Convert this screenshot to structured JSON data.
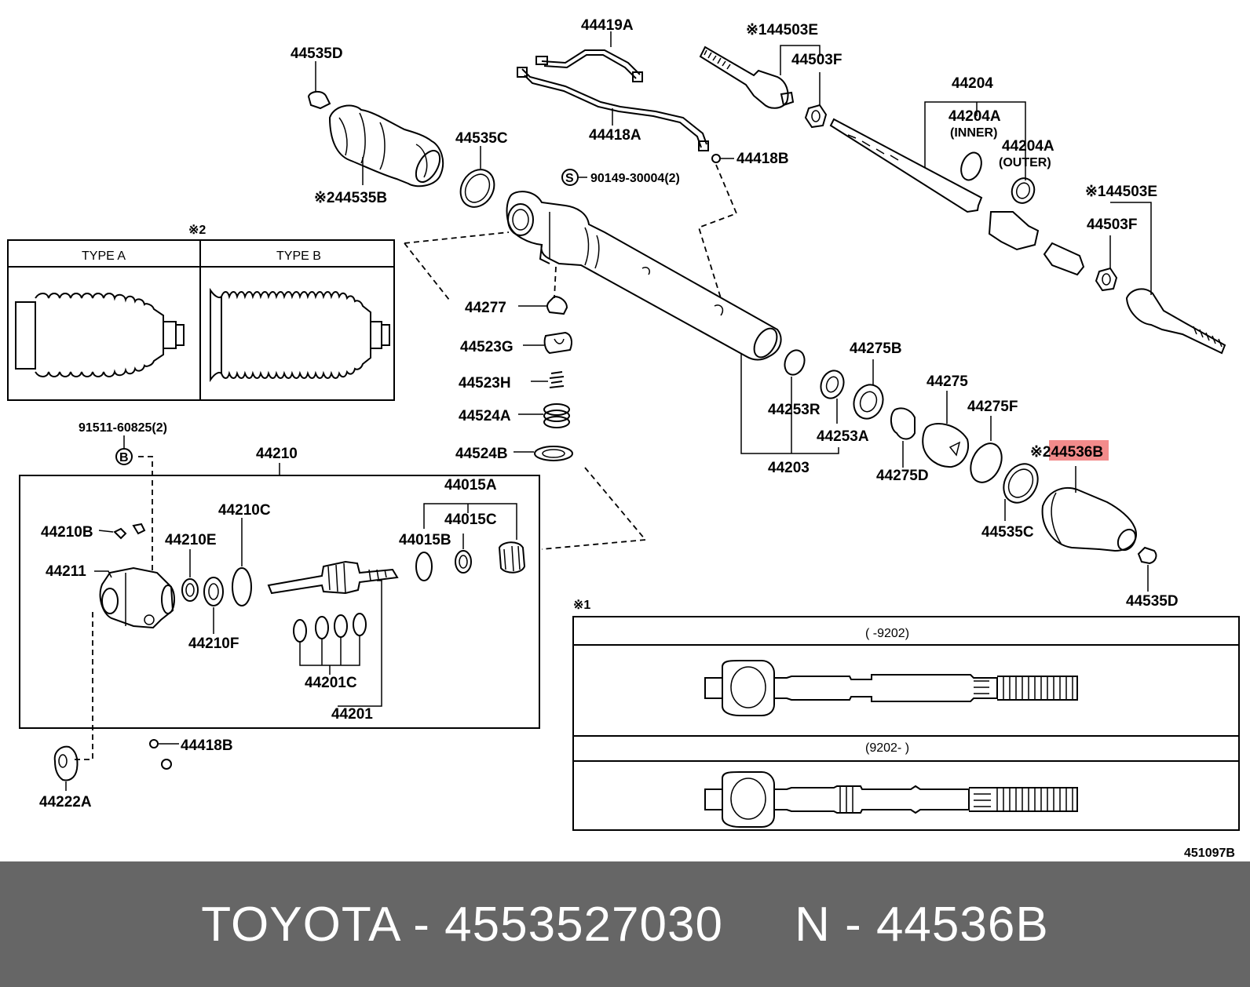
{
  "highlight_color": "#f28b8b",
  "footer": {
    "text": "TOYOTA - 4553527030     N - 44536B",
    "background": "#666666",
    "color": "#ffffff"
  },
  "diagram": {
    "figure_code": "451097B",
    "type_box": {
      "note": "※2",
      "type_a": "TYPE A",
      "type_b": "TYPE B"
    },
    "note_box": {
      "note": "※1",
      "range_1": "(      -9202)",
      "range_2": "(9202-      )"
    },
    "labels": {
      "p44535D_top": "44535D",
      "p44535B": "※244535B",
      "p44535C_top": "44535C",
      "p44419A": "44419A",
      "p44418A": "44418A",
      "p44418B_top": "44418B",
      "p90149": "90149-30004(2)",
      "p90149_symbol": "S",
      "p44503E_top": "※144503E",
      "p44503F_top": "44503F",
      "p44204": "44204",
      "p44204A_inner": "44204A",
      "p44204A_inner_note": "(INNER)",
      "p44204A_outer": "44204A",
      "p44204A_outer_note": "(OUTER)",
      "p44503E_right": "※144503E",
      "p44503F_right": "44503F",
      "p44277": "44277",
      "p44523G": "44523G",
      "p44523H": "44523H",
      "p44524A": "44524A",
      "p44524B": "44524B",
      "p44253R": "44253R",
      "p44253A": "44253A",
      "p44203": "44203",
      "p44275B": "44275B",
      "p44275": "44275",
      "p44275F": "44275F",
      "p44275D": "44275D",
      "p44536B": "※244536B",
      "p44535C_right": "44535C",
      "p44535D_right": "44535D",
      "p91511": "91511-60825(2)",
      "p91511_symbol": "B",
      "p44210": "44210",
      "p44210B": "44210B",
      "p44211": "44211",
      "p44210E": "44210E",
      "p44210C": "44210C",
      "p44210F": "44210F",
      "p44015A": "44015A",
      "p44015C": "44015C",
      "p44015B": "44015B",
      "p44201C": "44201C",
      "p44201": "44201",
      "p44418B_bottom": "44418B",
      "p44222A": "44222A"
    }
  }
}
